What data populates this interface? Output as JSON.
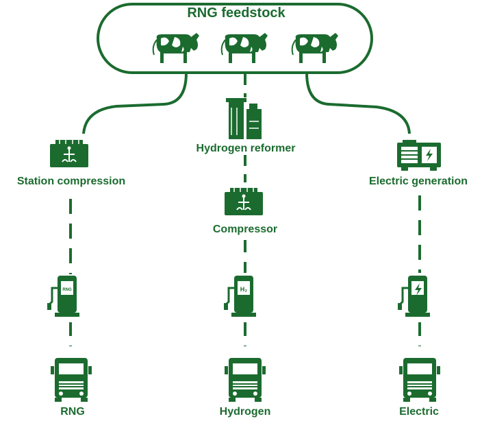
{
  "colors": {
    "primary": "#1b6b2f",
    "light": "#ffffff"
  },
  "feedstock": {
    "title": "RNG feedstock",
    "icons": [
      "cow-icon",
      "cow-icon",
      "cow-icon"
    ]
  },
  "paths": [
    {
      "stage1": {
        "label": "Station compression",
        "icon": "compressor-icon"
      },
      "dispenser": {
        "icon": "rng-dispenser-icon",
        "badge": "RNG"
      },
      "vehicle": {
        "icon": "truck-icon",
        "label": "RNG"
      }
    },
    {
      "stage1": {
        "label": "Hydrogen reformer",
        "icon": "reformer-icon"
      },
      "stage2": {
        "label": "Compressor",
        "icon": "compressor-icon"
      },
      "dispenser": {
        "icon": "hydrogen-dispenser-icon",
        "badge": "H₂"
      },
      "vehicle": {
        "icon": "truck-icon",
        "label": "Hydrogen"
      }
    },
    {
      "stage1": {
        "label": "Electric generation",
        "icon": "generator-icon"
      },
      "dispenser": {
        "icon": "ev-charger-icon"
      },
      "vehicle": {
        "icon": "truck-icon",
        "label": "Electric"
      }
    }
  ]
}
